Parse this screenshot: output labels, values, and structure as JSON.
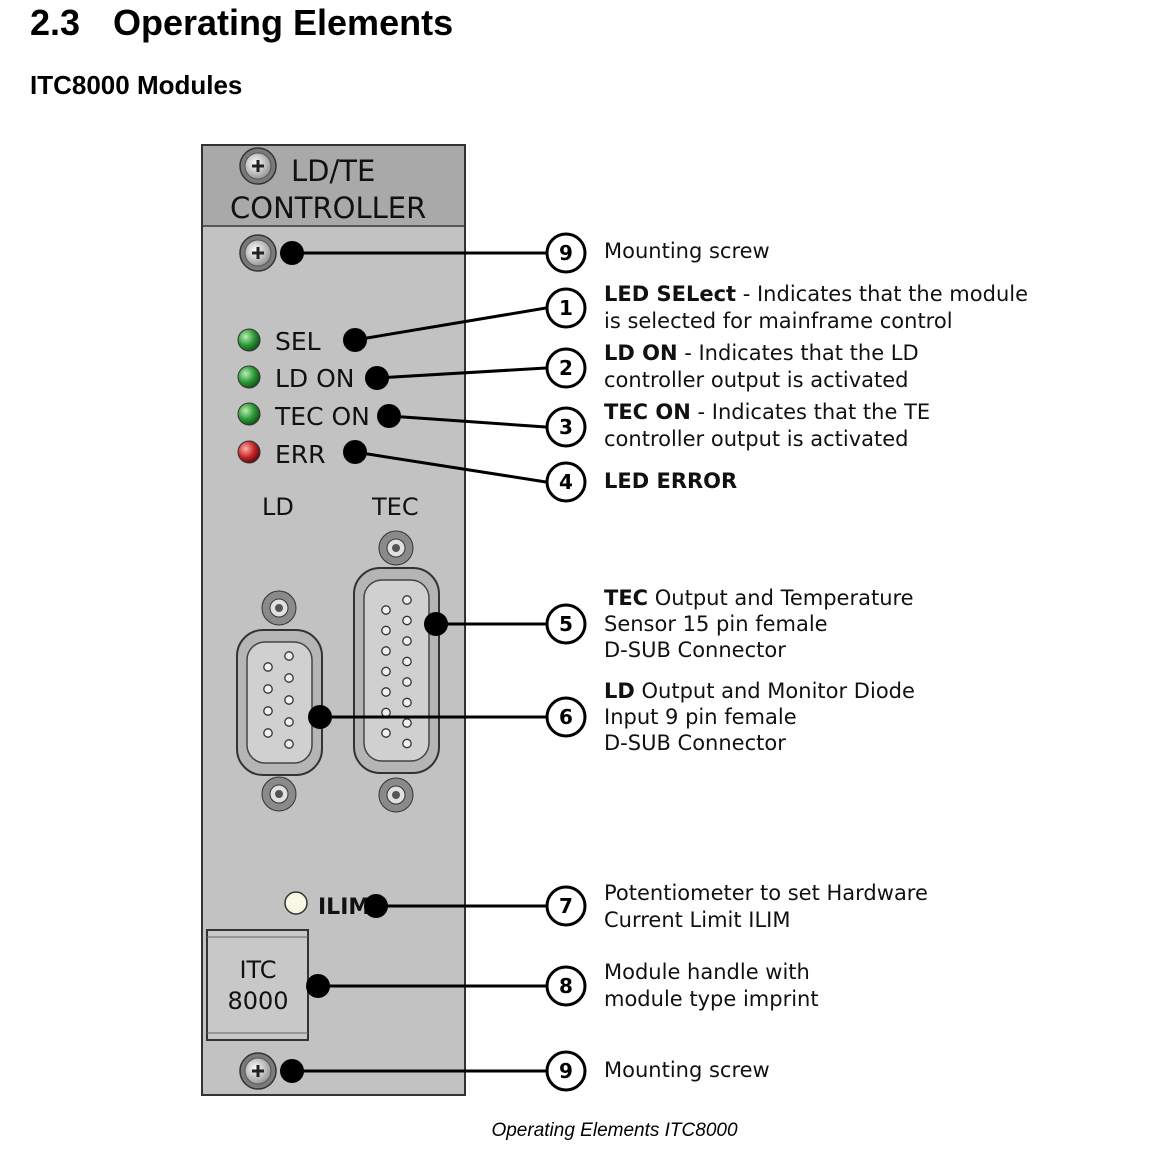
{
  "heading": {
    "number": "2.3",
    "title": "Operating Elements"
  },
  "subheading": "ITC8000 Modules",
  "panel": {
    "title_line1": "LD/TE",
    "title_line2": "CONTROLLER",
    "led_sel": "SEL",
    "led_ldon": "LD ON",
    "led_tecon": "TEC ON",
    "led_err": "ERR",
    "conn_ld": "LD",
    "conn_tec": "TEC",
    "ilim": "ILIM",
    "handle_line1": "ITC",
    "handle_line2": "8000"
  },
  "callouts": [
    {
      "number": "9",
      "bold": "",
      "text": "Mounting screw",
      "line2": "",
      "line3": ""
    },
    {
      "number": "1",
      "bold": "LED SELect",
      "text": " - Indicates that the module",
      "line2": "is selected for mainframe control",
      "line3": ""
    },
    {
      "number": "2",
      "bold": "LD ON",
      "text": " - Indicates that the LD",
      "line2": "controller output is activated",
      "line3": ""
    },
    {
      "number": "3",
      "bold": "TEC ON",
      "text": " - Indicates that the TE",
      "line2": "controller output is activated",
      "line3": ""
    },
    {
      "number": "4",
      "bold": "LED ERROR",
      "text": "",
      "line2": "",
      "line3": ""
    },
    {
      "number": "5",
      "bold": "TEC",
      "text": " Output and Temperature",
      "line2": "Sensor 15 pin female",
      "line3": "D-SUB Connector"
    },
    {
      "number": "6",
      "bold": "LD",
      "text": " Output and Monitor Diode",
      "line2": "Input 9 pin female",
      "line3": "D-SUB Connector"
    },
    {
      "number": "7",
      "bold": "",
      "text": "Potentiometer to set Hardware",
      "line2": "Current Limit ILIM",
      "line3": ""
    },
    {
      "number": "8",
      "bold": "",
      "text": "Module handle with",
      "line2": "module type imprint",
      "line3": ""
    },
    {
      "number": "9",
      "bold": "",
      "text": "Mounting screw",
      "line2": "",
      "line3": ""
    }
  ],
  "caption": "Operating Elements ITC8000",
  "colors": {
    "panel": "#c2c2c2",
    "header": "#a8a8a8",
    "led_green": "#2e9a3a",
    "led_red": "#c8262a",
    "pot": "#f5f5e0"
  }
}
